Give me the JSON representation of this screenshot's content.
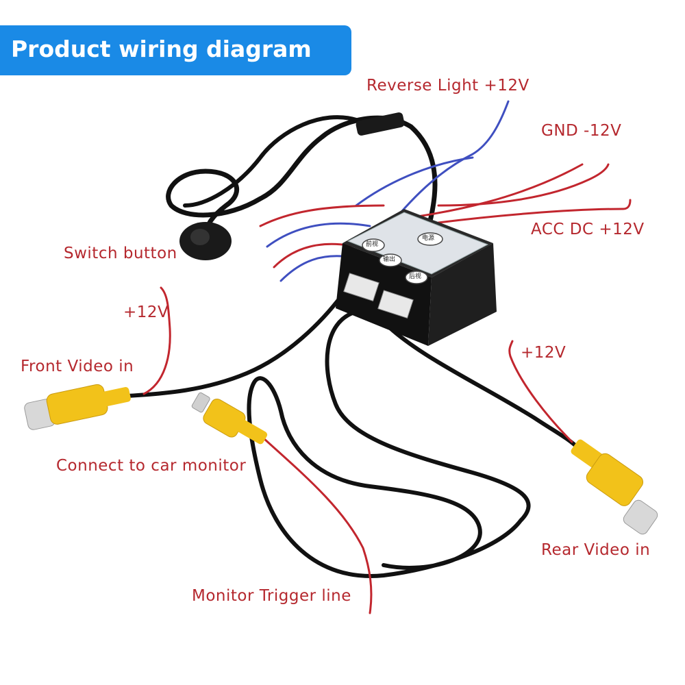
{
  "title": "Product wiring diagram",
  "labels": {
    "reverse_light": "Reverse Light +12V",
    "gnd": "GND  -12V",
    "acc": "ACC  DC  +12V",
    "switch_button": "Switch button",
    "front_power": "+12V",
    "front_video": "Front Video in",
    "rear_power": "+12V",
    "connect_monitor": "Connect to car monitor",
    "rear_video": "Rear Video in",
    "trigger": "Monitor Trigger line"
  },
  "box_buttons": {
    "power": "电源",
    "front": "前视",
    "output": "输出",
    "rear": "后视"
  },
  "colors": {
    "banner": "#1a8ae6",
    "label_text": "#b5282e",
    "wire_red": "#d2262e",
    "wire_blue": "#3f4fc0",
    "wire_black": "#111111",
    "rca_yellow": "#f2c21a",
    "box": "#1c1c1c"
  }
}
